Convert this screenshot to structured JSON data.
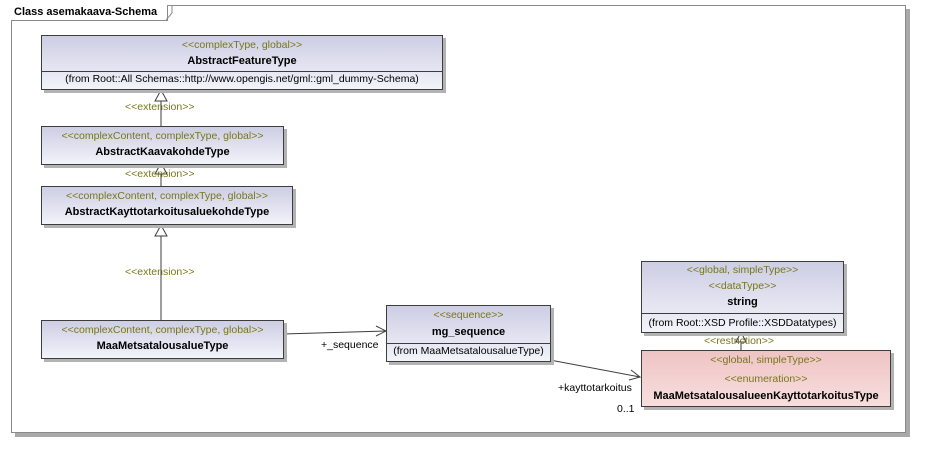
{
  "frame": {
    "title": "Class asemakaava-Schema"
  },
  "classes": {
    "abstract_feature": {
      "stereotypes": [
        "<<complexType, global>>"
      ],
      "name": "AbstractFeatureType",
      "from": "(from Root::All Schemas::http://www.opengis.net/gml::gml_dummy-Schema)"
    },
    "abstract_kaavakohde": {
      "stereotypes": [
        "<<complexContent, complexType, global>>"
      ],
      "name": "AbstractKaavakohdeType"
    },
    "abstract_kayttotarkoitus": {
      "stereotypes": [
        "<<complexContent, complexType, global>>"
      ],
      "name": "AbstractKayttotarkoitusaluekohdeType"
    },
    "maa_metsatalous": {
      "stereotypes": [
        "<<complexContent, complexType, global>>"
      ],
      "name": "MaaMetsatalousalueType"
    },
    "mg_sequence": {
      "stereotypes": [
        "<<sequence>>"
      ],
      "name": "mg_sequence",
      "from": "(from MaaMetsatalousalueType)"
    },
    "string_type": {
      "stereotypes": [
        "<<global, simpleType>>",
        "<<dataType>>"
      ],
      "name": "string",
      "from": "(from Root::XSD Profile::XSDDatatypes)"
    },
    "enum_type": {
      "stereotypes": [
        "<<global, simpleType>>",
        "<<enumeration>>"
      ],
      "name": "MaaMetsatalousalueenKayttotarkoitusType"
    }
  },
  "relations": {
    "extension_1": "<<extension>>",
    "extension_2": "<<extension>>",
    "extension_3": "<<extension>>",
    "restriction": "<<restriction>>",
    "sequence_role": "+_sequence",
    "kayttotarkoitus_role": "+kayttotarkoitus",
    "kayttotarkoitus_multiplicity": "0..1"
  }
}
